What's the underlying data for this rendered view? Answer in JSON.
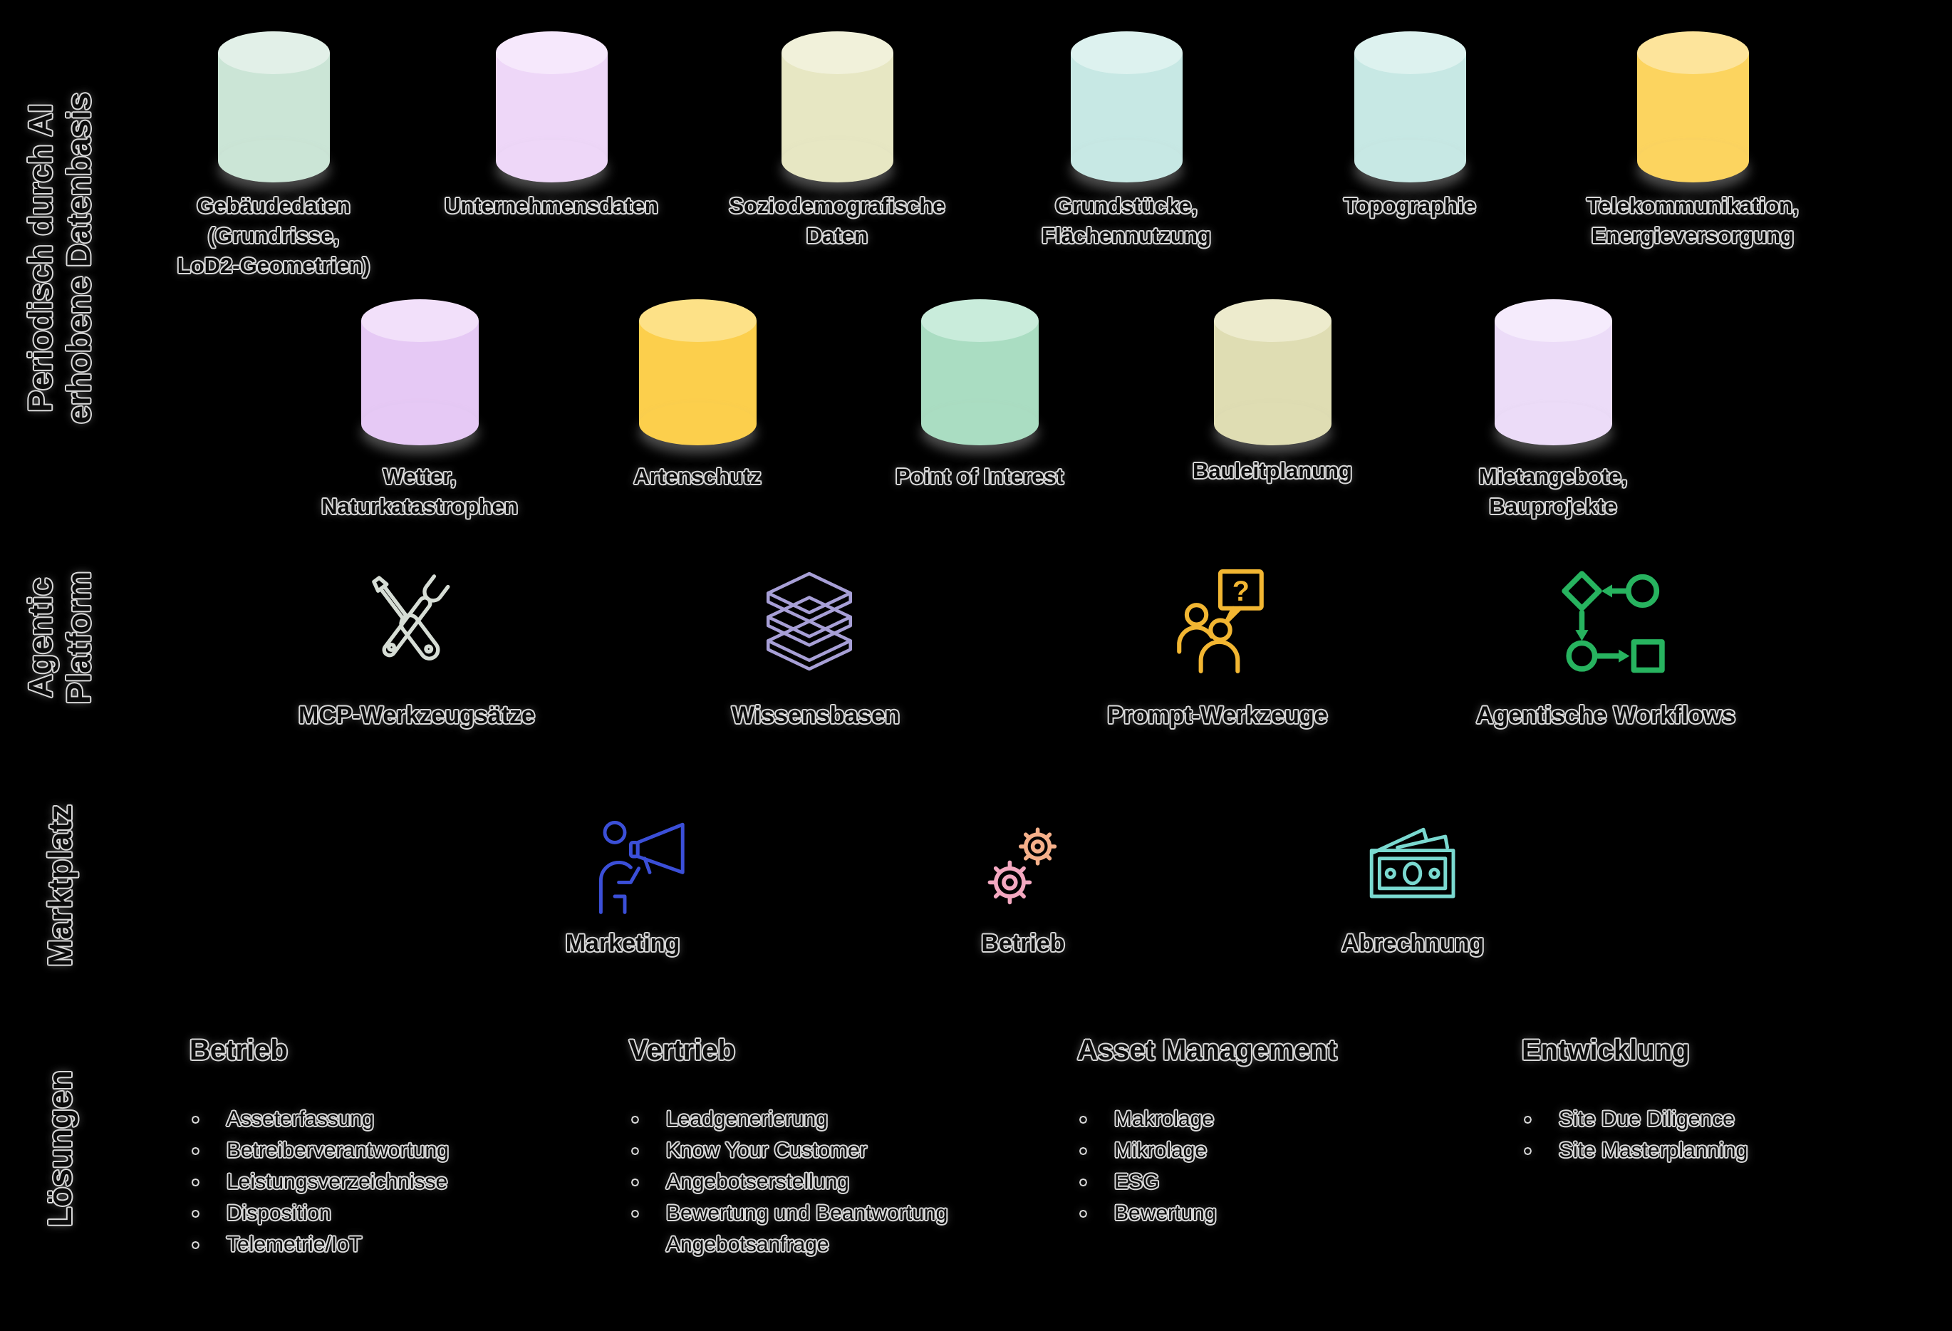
{
  "sections": {
    "data_layer": {
      "label": "Periodisch durch AI\nerhobene Datenbasis",
      "row1": [
        {
          "label": "Gebäudedaten\n(Grundrisse,\nLoD2-Geometrien)",
          "color": "#cbe5d6",
          "top_color": "#e2f0e8"
        },
        {
          "label": "Unternehmensdaten",
          "color": "#eed7f8",
          "top_color": "#f6e8fc"
        },
        {
          "label": "Soziodemografische\nDaten",
          "color": "#e7e7c3",
          "top_color": "#f1f1da"
        },
        {
          "label": "Grundstücke,\nFlächennutzung",
          "color": "#c7e8e4",
          "top_color": "#ddf2ef"
        },
        {
          "label": "Topographie",
          "color": "#c7e8e4",
          "top_color": "#ddf2ef"
        },
        {
          "label": "Telekommunikation,\nEnergieversorgung",
          "color": "#fcd45f",
          "top_color": "#fde49b"
        }
      ],
      "row2": [
        {
          "label": "Wetter,\nNaturkatastrophen",
          "color": "#e6c9f5",
          "top_color": "#f2e0fa"
        },
        {
          "label": "Artenschutz",
          "color": "#fccf4c",
          "top_color": "#fde187"
        },
        {
          "label": "Point of Interest",
          "color": "#aaddc2",
          "top_color": "#c9ecdb"
        },
        {
          "label": "Bauleitplanung",
          "color": "#dfddb3",
          "top_color": "#edebcd"
        },
        {
          "label": "Mietangebote,\nBauprojekte",
          "color": "#ecdcf8",
          "top_color": "#f5ebfc"
        }
      ]
    },
    "agentic": {
      "label": "Agentic\nPlatform",
      "items": [
        {
          "label": "MCP-Werkzeugsätze",
          "icon": "tools-icon",
          "color": "#d6ddd5"
        },
        {
          "label": "Wissensbasen",
          "icon": "books-icon",
          "color": "#a79fd6"
        },
        {
          "label": "Prompt-Werkzeuge",
          "icon": "prompt-icon",
          "color": "#f2b632"
        },
        {
          "label": "Agentische Workflows",
          "icon": "workflow-icon",
          "color": "#27b35f"
        }
      ]
    },
    "marketplace": {
      "label": "Marktplatz",
      "items": [
        {
          "label": "Marketing",
          "icon": "megaphone-icon",
          "color": "#3b4fd8"
        },
        {
          "label": "Betrieb",
          "icon": "gears-icon",
          "color": "#f3a8c0",
          "color2": "#f5b08a"
        },
        {
          "label": "Abrechnung",
          "icon": "banknotes-icon",
          "color": "#7ad9d0"
        }
      ]
    },
    "solutions": {
      "label": "Lösungen",
      "columns": [
        {
          "title": "Betrieb",
          "items": [
            "Asseterfassung",
            "Betreiberverantwortung",
            "Leistungsverzeichnisse",
            "Disposition",
            "Telemetrie/IoT"
          ]
        },
        {
          "title": "Vertrieb",
          "items": [
            "Leadgenerierung",
            "Know Your Customer",
            "Angebotserstellung",
            "Bewertung und Beantwortung Angebotsanfrage"
          ]
        },
        {
          "title": "Asset Management",
          "items": [
            "Makrolage",
            "Mikrolage",
            "ESG",
            "Bewertung"
          ]
        },
        {
          "title": "Entwicklung",
          "items": [
            "Site Due Diligence",
            "Site Masterplanning"
          ]
        }
      ]
    }
  }
}
